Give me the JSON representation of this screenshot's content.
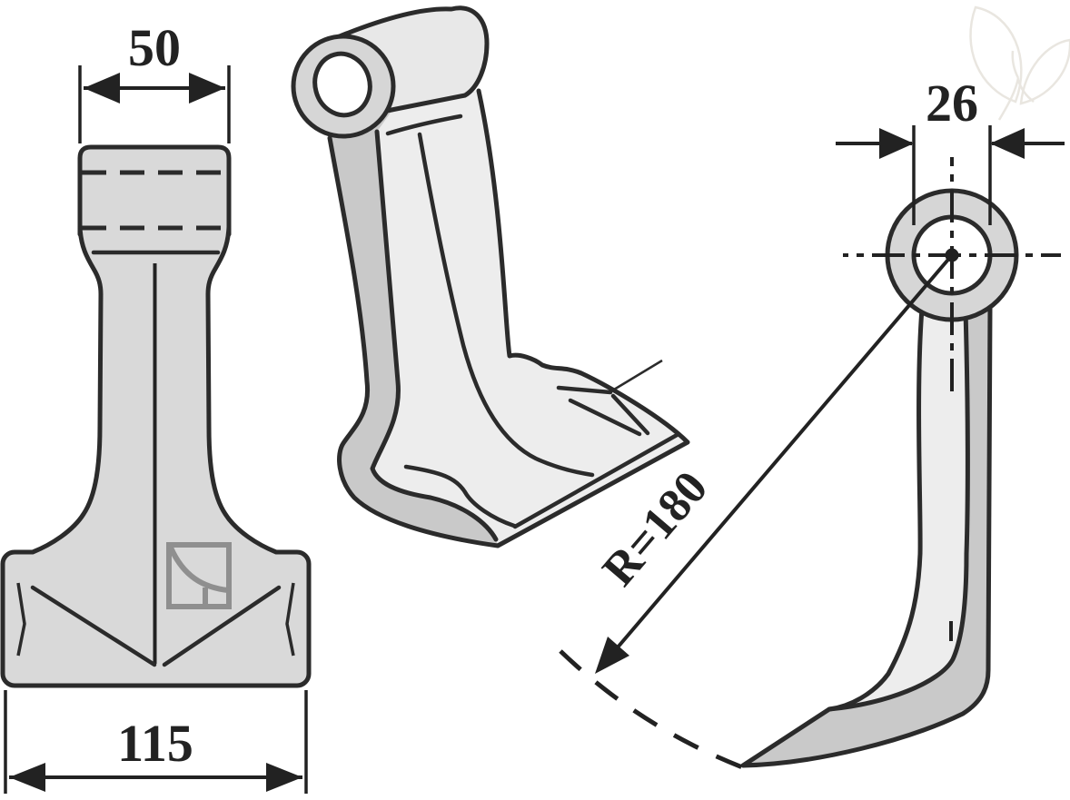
{
  "page": {
    "background": "#ffffff"
  },
  "drawing": {
    "part_name": "hammer-flail-blade",
    "views": {
      "front": "front-view",
      "perspective": "perspective-view",
      "side": "side-view"
    },
    "dimensions": {
      "boss_width": "50",
      "base_width": "115",
      "bore_diameter": "26",
      "bend_radius": "R=180"
    },
    "colors": {
      "outline": "#2b2b2b",
      "dimension_text": "#222222",
      "fill_front": "#d9d9d9",
      "fill_face": "#ededed",
      "fill_band": "#c9c9c9",
      "fill_ring_face": "#d6d6d6",
      "hole_fill": "#ffffff",
      "logo_gray": "#8f8f8f",
      "watermark": "#e9e6e0"
    },
    "icons": {
      "watermark": "leaf-watermark-icon",
      "logo": "manufacturer-logo"
    }
  }
}
